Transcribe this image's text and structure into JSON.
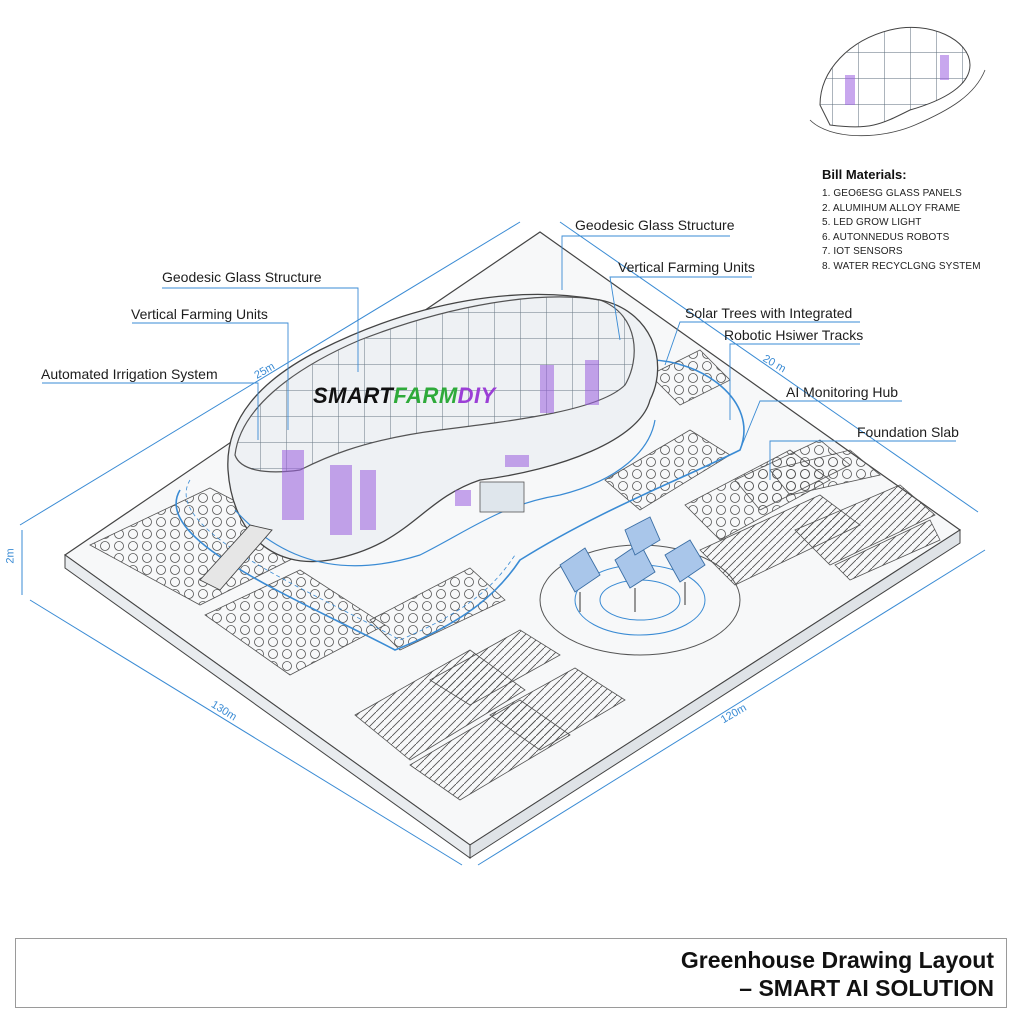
{
  "watermark": {
    "part1": "SMART",
    "part2": "FARM",
    "part3": "DIY"
  },
  "callouts": {
    "geodesic_left": "Geodesic Glass Structure",
    "geodesic_top": "Geodesic Glass Structure",
    "vertical_left": "Vertical Farming Units",
    "vertical_right": "Vertical Farming Units",
    "irrigation": "Automated Irrigation System",
    "solar": "Solar Trees with Integrated",
    "robotic": "Robotic Hsiwer Tracks",
    "ai_hub": "AI Monitoring Hub",
    "foundation": "Foundation Slab"
  },
  "dimensions": {
    "top_left": "25m",
    "top_right": "20 m",
    "left_height": "2m",
    "bottom_left": "130m",
    "bottom_right": "120m"
  },
  "bill_of_materials": {
    "title": "Bill Materials:",
    "items": [
      "1. GEO6ESG GLASS PANELS",
      "2. ALUMIHUM ALLOY FRAME",
      "5. LED GROW LIGHT",
      "6. AUTONNEDUS ROBOTS",
      "7. IOT SENSORS",
      "8. WATER RECYCLGNG SYSTEM"
    ]
  },
  "title_block": {
    "line1": "Greenhouse Drawing Layout",
    "line2": "– SMART AI SOLUTION"
  },
  "colors": {
    "line": "#4a4a4a",
    "dimension": "#3a8bd4",
    "led": "#9b5fe0",
    "irrigation": "#3a8bd4",
    "brand_green": "#2eaa3a",
    "brand_purple": "#9b3fd6"
  }
}
